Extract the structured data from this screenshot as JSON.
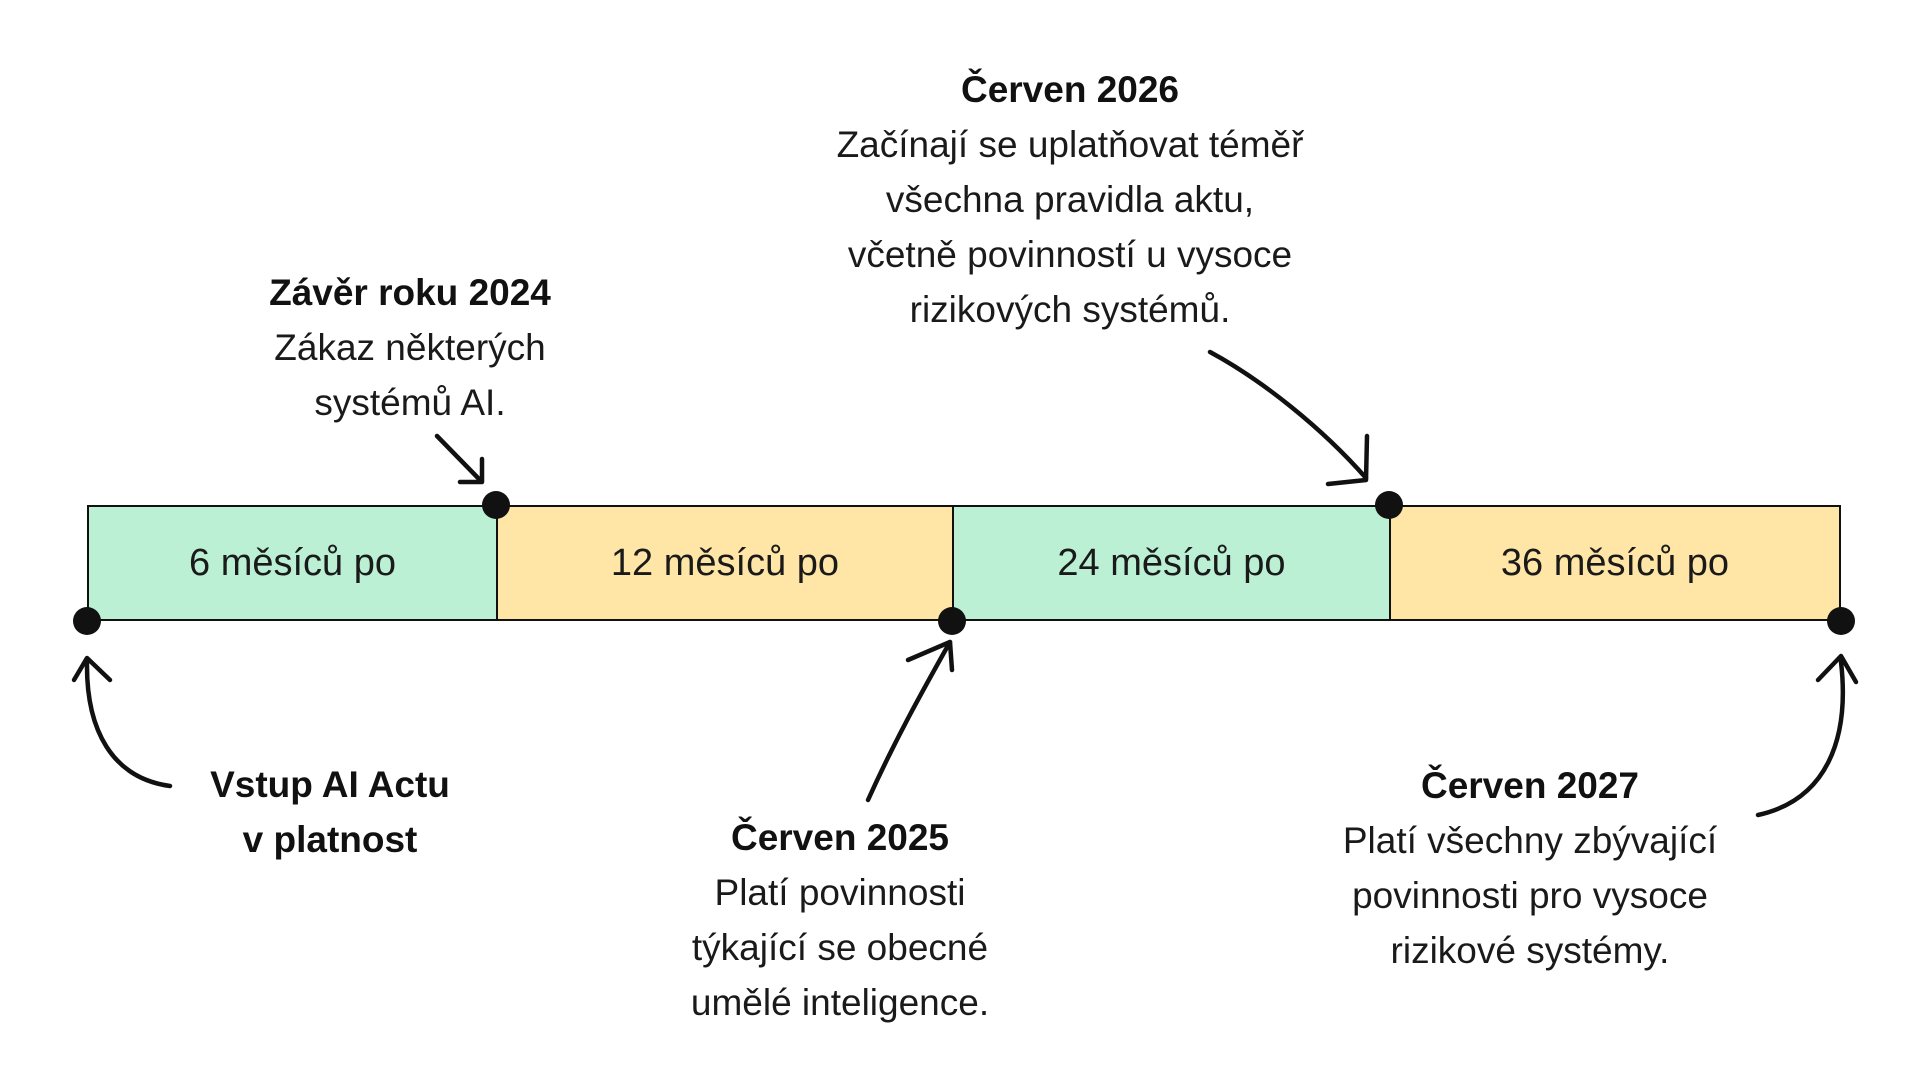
{
  "colors": {
    "green": "#BBF0D4",
    "yellow": "#FFE6A6",
    "ink": "#111111"
  },
  "segments": [
    {
      "label": "6 měsíců po",
      "color": "green"
    },
    {
      "label": "12 měsíců po",
      "color": "yellow"
    },
    {
      "label": "24 měsíců po",
      "color": "green"
    },
    {
      "label": "36 měsíců po",
      "color": "yellow"
    }
  ],
  "milestones": {
    "entry": {
      "heading": "Vstup AI Actu\nv platnost",
      "text": ""
    },
    "end_2024": {
      "heading": "Závěr roku 2024",
      "text": "Zákaz některých\nsystémů AI."
    },
    "june_2025": {
      "heading": "Červen 2025",
      "text": "Platí povinnosti\ntýkající se obecné\numělé inteligence."
    },
    "june_2026": {
      "heading": "Červen 2026",
      "text": "Začínají se uplatňovat téměř\nvšechna pravidla aktu,\nvčetně povinností u vysoce\nrizikových systémů."
    },
    "june_2027": {
      "heading": "Červen 2027",
      "text": "Platí všechny zbývající\npovinnosti pro vysoce\nrizikové systémy."
    }
  }
}
